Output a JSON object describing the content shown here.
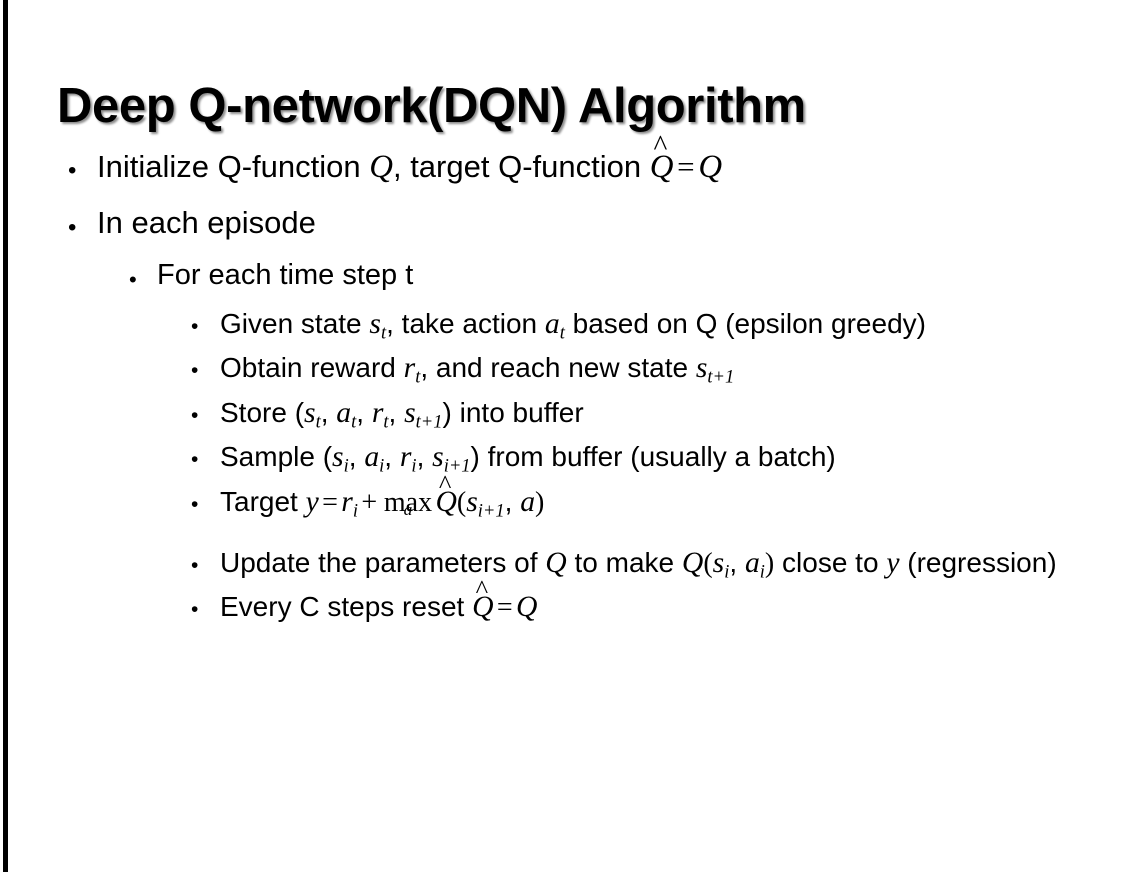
{
  "slide": {
    "title": "Deep Q-network(DQN) Algorithm",
    "background_color": "#ffffff",
    "text_color": "#000000",
    "left_rule_color": "#000000",
    "bullet_glyph": "•"
  },
  "bullets": {
    "init": {
      "level": 1,
      "text_1": "Initialize Q-function ",
      "math_q1": "Q",
      "text_2": ", target Q-function ",
      "math_qhat": "Q",
      "math_hat": "^",
      "math_eq": "=",
      "math_q2": "Q"
    },
    "episode": {
      "level": 1,
      "text": "In each episode"
    },
    "timestep": {
      "level": 2,
      "text": "For each time step t"
    },
    "given_state": {
      "level": 3,
      "text_1": "Given state ",
      "var_s": "s",
      "sub_s": "t",
      "text_2": ", take action ",
      "var_a": "a",
      "sub_a": "t",
      "text_3": " based on Q (epsilon greedy)"
    },
    "obtain_reward": {
      "level": 3,
      "text_1": "Obtain reward ",
      "var_r": "r",
      "sub_r": "t",
      "text_2": ", and reach new state ",
      "var_s": "s",
      "sub_s": "t+1"
    },
    "store": {
      "level": 3,
      "text_1": "Store (",
      "var_s": "s",
      "sub_s": "t",
      "sep_1": ", ",
      "var_a": "a",
      "sub_a": "t",
      "sep_2": ", ",
      "var_r": "r",
      "sub_r": "t",
      "sep_3": ", ",
      "var_s2": "s",
      "sub_s2": "t+1",
      "text_2": ") into buffer"
    },
    "sample": {
      "level": 3,
      "text_1": "Sample (",
      "var_s": "s",
      "sub_s": "i",
      "sep_1": ", ",
      "var_a": "a",
      "sub_a": "i",
      "sep_2": ", ",
      "var_r": "r",
      "sub_r": "i",
      "sep_3": ", ",
      "var_s2": "s",
      "sub_s2": "i+1",
      "text_2": ") from buffer (usually a batch)"
    },
    "target": {
      "level": 3,
      "text_1": "Target ",
      "var_y": "y",
      "eq": "=",
      "var_r": "r",
      "sub_r": "i",
      "plus": "+",
      "op_name": "max",
      "op_limit": "a",
      "qhat": "Q",
      "hat": "^",
      "paren_open": "(",
      "var_s": "s",
      "sub_s": "i+1",
      "comma": ", ",
      "var_a": "a",
      "paren_close": ")"
    },
    "update": {
      "level": 3,
      "text_1": "Update the parameters of ",
      "var_q1": "Q",
      "text_2": " to make ",
      "var_q2": "Q",
      "paren_open": "(",
      "var_s": "s",
      "sub_s": "i",
      "comma": ", ",
      "var_a": "a",
      "sub_a": "i",
      "paren_close": ")",
      "text_3": " close to ",
      "var_y": "y",
      "text_4": " (regression)"
    },
    "reset": {
      "level": 3,
      "text_1": "Every C steps reset ",
      "qhat": "Q",
      "hat": "^",
      "eq": "=",
      "var_q": "Q"
    }
  }
}
